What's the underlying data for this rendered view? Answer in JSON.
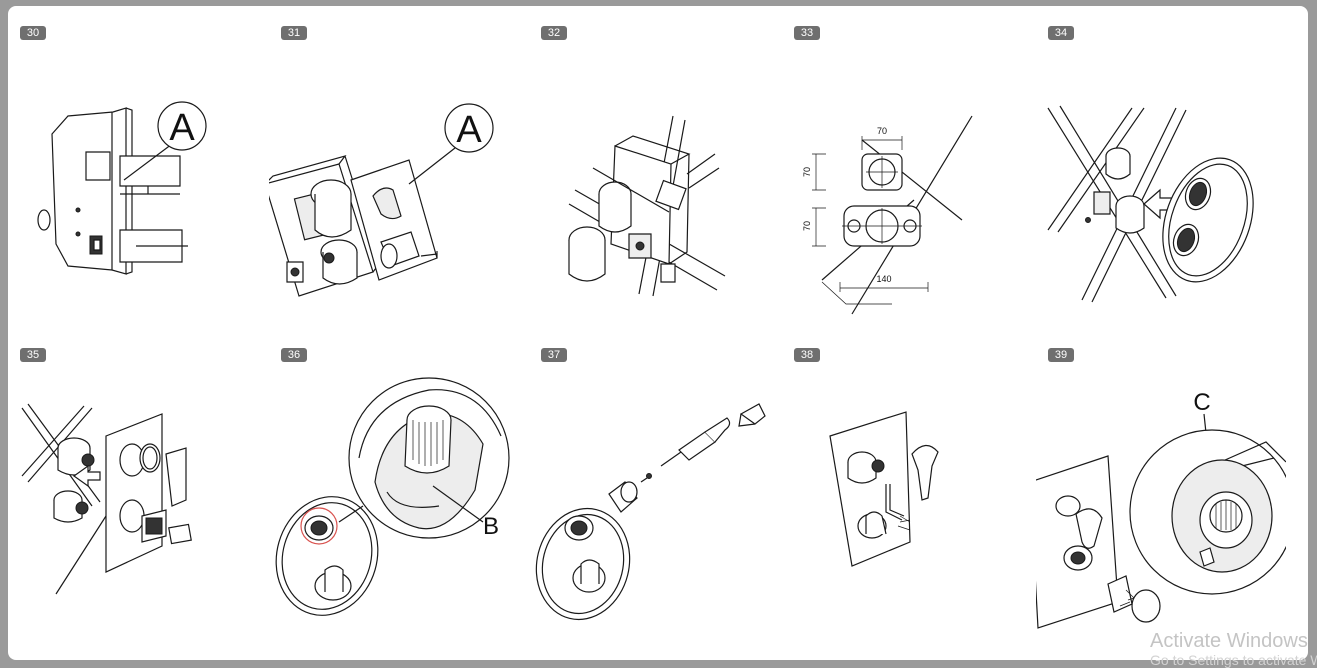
{
  "steps": [
    {
      "number": "30",
      "callout": "A"
    },
    {
      "number": "31",
      "callout": "A"
    },
    {
      "number": "32"
    },
    {
      "number": "33",
      "dimensions": {
        "top_width": "70",
        "upper_height": "70",
        "lower_height": "70",
        "bottom_width": "140"
      }
    },
    {
      "number": "34"
    },
    {
      "number": "35"
    },
    {
      "number": "36",
      "callout": "B"
    },
    {
      "number": "37"
    },
    {
      "number": "38"
    },
    {
      "number": "39",
      "callout": "C"
    }
  ],
  "watermark": {
    "line1": "Activate Windows",
    "line2": "Go to Settings to activate Windows."
  },
  "colors": {
    "badge": "#6f6f6f",
    "frame": "#9a9a9a",
    "line": "#1a1a1a",
    "highlight": "#d9534f"
  }
}
